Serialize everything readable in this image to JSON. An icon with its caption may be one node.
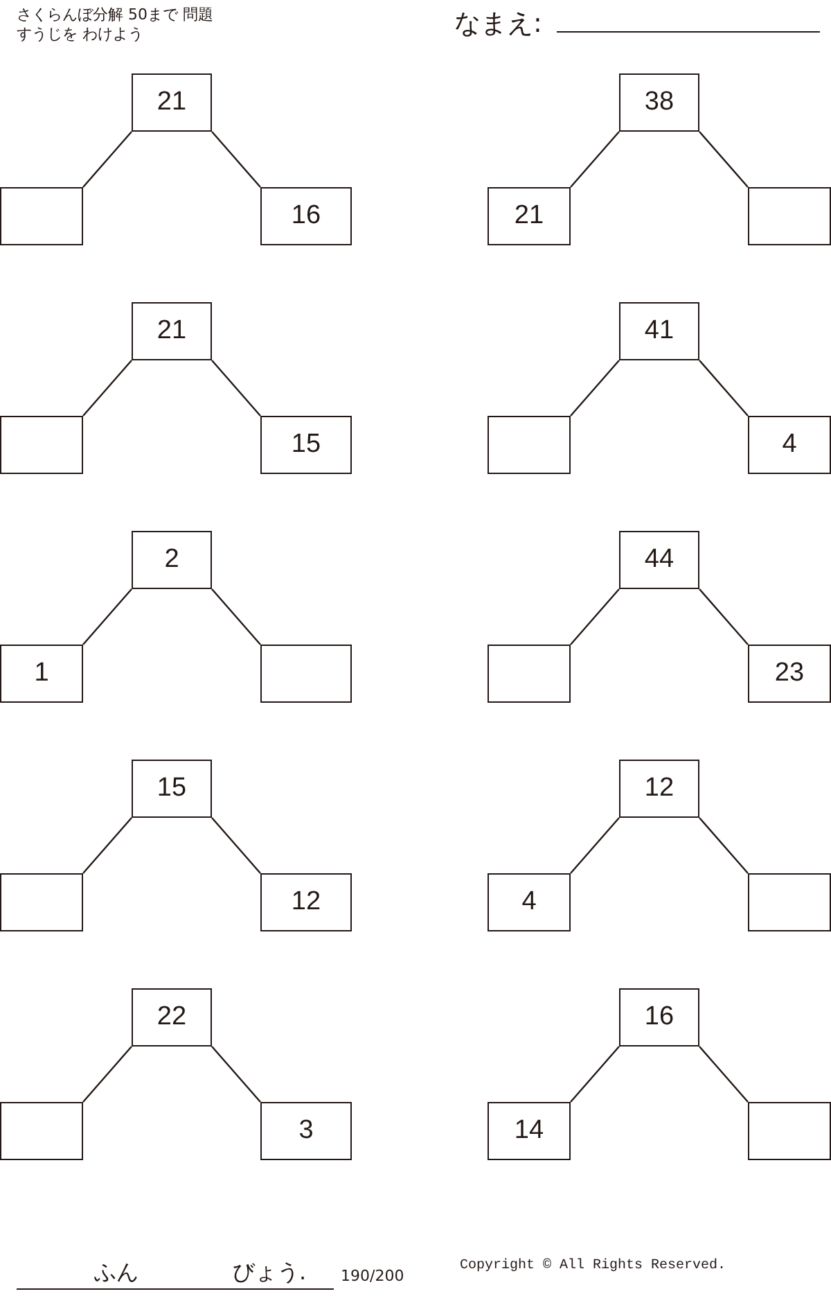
{
  "diagram": {
    "title": "さくらんぼ分解 50まで 問題",
    "nodes": [
      {
        "text": [
          "21"
        ]
      },
      {
        "text": [],
        "shape": "box"
      },
      {
        "text": [
          "16"
        ]
      },
      {
        "text": [
          "38"
        ]
      },
      {
        "text": [
          "21"
        ]
      },
      {
        "text": [],
        "shape": "box"
      },
      {
        "text": [
          "21"
        ]
      },
      {
        "text": [],
        "shape": "box"
      },
      {
        "text": [
          "15"
        ]
      },
      {
        "text": [
          "41"
        ]
      },
      {
        "text": [],
        "shape": "box"
      },
      {
        "text": [
          "4"
        ]
      },
      {
        "text": [
          "2"
        ]
      },
      {
        "text": [
          "1"
        ]
      },
      {
        "text": [],
        "shape": "box"
      },
      {
        "text": [
          "44"
        ]
      },
      {
        "text": [],
        "shape": "box"
      },
      {
        "text": [
          "23"
        ]
      },
      {
        "text": [
          "15"
        ]
      },
      {
        "text": [],
        "shape": "box"
      },
      {
        "text": [
          "12"
        ]
      },
      {
        "text": [
          "12"
        ]
      },
      {
        "text": [
          "4"
        ]
      },
      {
        "text": [],
        "shape": "box"
      },
      {
        "text": [
          "22"
        ]
      },
      {
        "text": [],
        "shape": "box"
      },
      {
        "text": [
          "3"
        ]
      },
      {
        "text": [
          "16"
        ]
      },
      {
        "text": [
          "14"
        ]
      },
      {
        "text": [],
        "shape": "box"
      }
    ],
    "edges": [
      {
        "from": 0,
        "to": 1,
        "arrow": "none"
      },
      {
        "from": 0,
        "to": 2,
        "arrow": "none"
      },
      {
        "from": 3,
        "to": 4,
        "arrow": "none"
      },
      {
        "from": 3,
        "to": 5,
        "arrow": "none"
      },
      {
        "from": 6,
        "to": 7,
        "arrow": "none"
      },
      {
        "from": 6,
        "to": 8,
        "arrow": "none"
      },
      {
        "from": 9,
        "to": 10,
        "arrow": "none"
      },
      {
        "from": 9,
        "to": 11,
        "arrow": "none"
      },
      {
        "from": 12,
        "to": 13,
        "arrow": "none"
      },
      {
        "from": 12,
        "to": 14,
        "arrow": "none"
      },
      {
        "from": 15,
        "to": 16,
        "arrow": "none"
      },
      {
        "from": 15,
        "to": 17,
        "arrow": "none"
      },
      {
        "from": 18,
        "to": 19,
        "arrow": "none"
      },
      {
        "from": 18,
        "to": 20,
        "arrow": "none"
      },
      {
        "from": 21,
        "to": 22,
        "arrow": "none"
      },
      {
        "from": 21,
        "to": 23,
        "arrow": "none"
      },
      {
        "from": 24,
        "to": 25,
        "arrow": "none"
      },
      {
        "from": 24,
        "to": 26,
        "arrow": "none"
      },
      {
        "from": 27,
        "to": 28,
        "arrow": "none"
      },
      {
        "from": 27,
        "to": 29,
        "arrow": "none"
      }
    ],
    "labels": [
      "すうじを わけよう",
      "なまえ:",
      "ふん",
      "びょう.",
      "190/200",
      "Copyright © All Rights Reserved."
    ]
  }
}
